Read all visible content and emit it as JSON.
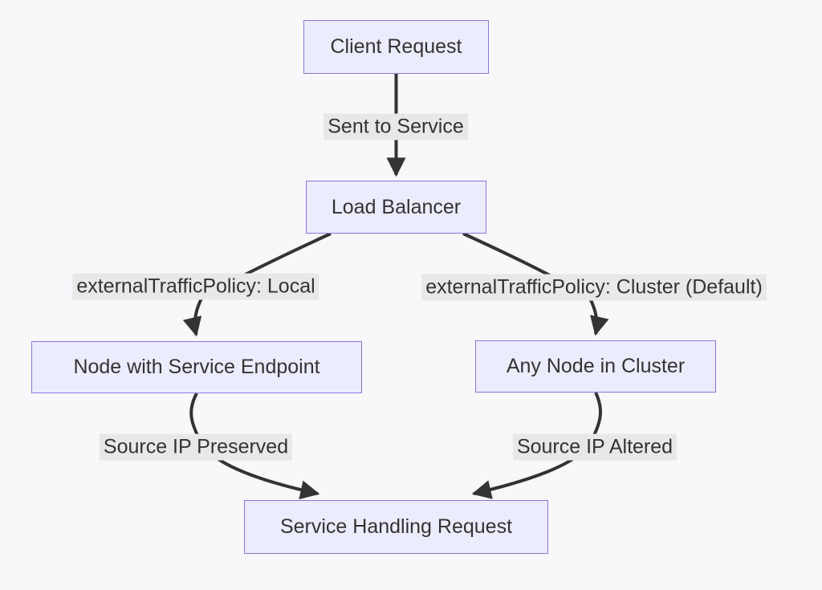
{
  "diagram": {
    "kind": "flowchart",
    "direction": "top-down",
    "nodes": [
      {
        "id": "client",
        "label": "Client Request"
      },
      {
        "id": "lb",
        "label": "Load Balancer"
      },
      {
        "id": "local_node",
        "label": "Node with Service Endpoint"
      },
      {
        "id": "any_node",
        "label": "Any Node in Cluster"
      },
      {
        "id": "service",
        "label": "Service Handling Request"
      }
    ],
    "edges": [
      {
        "from": "client",
        "to": "lb",
        "label": "Sent to Service"
      },
      {
        "from": "lb",
        "to": "local_node",
        "label": "externalTrafficPolicy: Local"
      },
      {
        "from": "lb",
        "to": "any_node",
        "label": "externalTrafficPolicy: Cluster (Default)"
      },
      {
        "from": "local_node",
        "to": "service",
        "label": "Source IP Preserved"
      },
      {
        "from": "any_node",
        "to": "service",
        "label": "Source IP Altered"
      }
    ],
    "colors": {
      "background": "#F8F8FB",
      "node_fill": "#ECECFF",
      "node_border": "#9370DB",
      "edge_stroke": "#333333",
      "edge_label_bg": "#E8E8E8",
      "text": "#333333"
    }
  }
}
